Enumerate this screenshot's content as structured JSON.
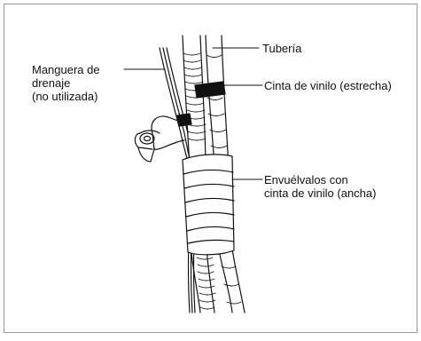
{
  "labels": {
    "pipe": "Tubería",
    "drain_hose_line1": "Manguera de",
    "drain_hose_line2": "drenaje",
    "drain_hose_line3": "(no utilizada)",
    "narrow_tape": "Cinta de vinilo (estrecha)",
    "wide_tape_line1": "Envuélvalos con",
    "wide_tape_line2": "cinta de vinilo (ancha)"
  },
  "colors": {
    "line": "#111111",
    "background": "#ffffff",
    "frame": "#999999",
    "tape_dark": "#111111"
  }
}
